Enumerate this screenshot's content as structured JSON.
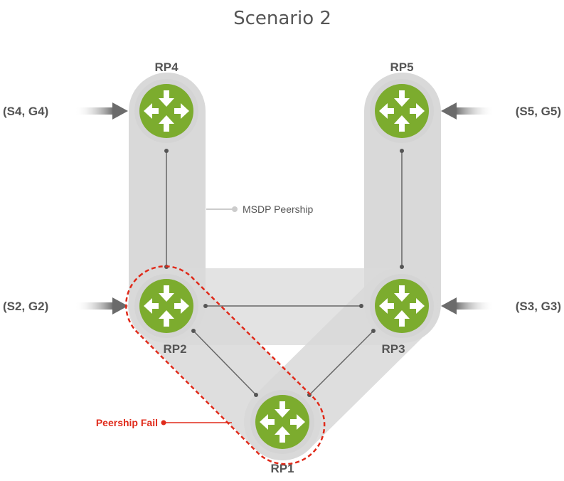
{
  "title": "Scenario 2",
  "colors": {
    "router": "#7cac2e",
    "router_ring": "#d5d5d5",
    "band": "#d9d9d9",
    "link": "#666666",
    "arrow": "#777777",
    "text": "#555555",
    "fail": "#e02a1a",
    "peership_callout": "#cccccc"
  },
  "routers": [
    {
      "id": "rp4",
      "label": "RP4",
      "icon": "router-icon"
    },
    {
      "id": "rp5",
      "label": "RP5",
      "icon": "router-icon"
    },
    {
      "id": "rp2",
      "label": "RP2",
      "icon": "router-icon"
    },
    {
      "id": "rp3",
      "label": "RP3",
      "icon": "router-icon"
    },
    {
      "id": "rp1",
      "label": "RP1",
      "icon": "router-icon"
    }
  ],
  "inputs": [
    {
      "id": "s4g4",
      "label": "(S4, G4)",
      "target": "rp4"
    },
    {
      "id": "s5g5",
      "label": "(S5, G5)",
      "target": "rp5"
    },
    {
      "id": "s2g2",
      "label": "(S2, G2)",
      "target": "rp2"
    },
    {
      "id": "s3g3",
      "label": "(S3, G3)",
      "target": "rp3"
    }
  ],
  "links": [
    {
      "from": "rp4",
      "to": "rp2"
    },
    {
      "from": "rp5",
      "to": "rp3"
    },
    {
      "from": "rp2",
      "to": "rp3"
    },
    {
      "from": "rp2",
      "to": "rp1"
    },
    {
      "from": "rp3",
      "to": "rp1"
    }
  ],
  "annotations": {
    "msdp_peership": "MSDP Peership",
    "peership_fail": "Peership Fail"
  }
}
